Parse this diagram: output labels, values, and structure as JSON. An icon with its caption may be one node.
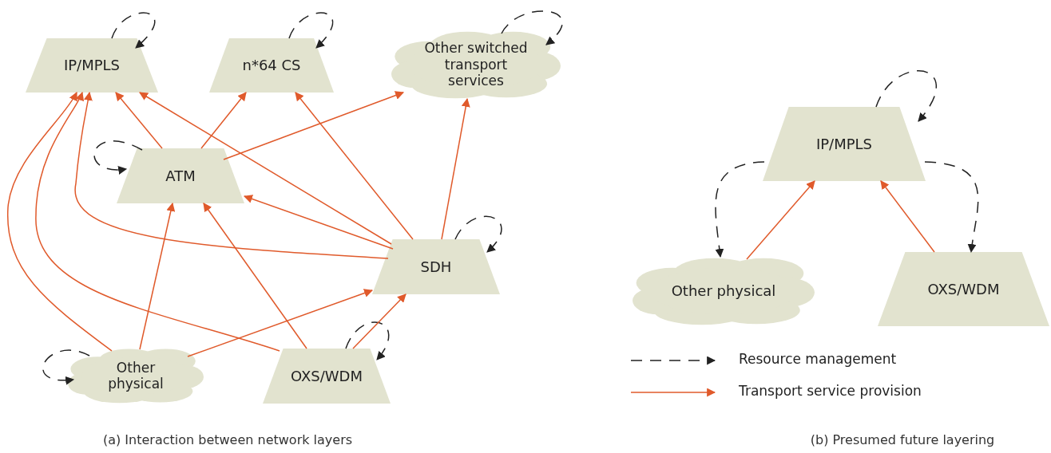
{
  "diagram": {
    "nodes": [
      {
        "text": [
          "IP/MPLS"
        ]
      },
      {
        "text": [
          "n*64 CS"
        ]
      },
      {
        "text": [
          "Other switched transport services"
        ]
      },
      {
        "text": [
          "ATM"
        ]
      },
      {
        "text": [
          "SDH"
        ]
      },
      {
        "text": [
          "Other physical"
        ]
      },
      {
        "text": [
          "OXS/WDM"
        ]
      },
      {
        "text": [
          "IP/MPLS"
        ]
      },
      {
        "text": [
          "Other physical"
        ]
      },
      {
        "text": [
          "OXS/WDM"
        ]
      }
    ],
    "edges": [
      {
        "from": 0,
        "to": 0,
        "arrow": "to",
        "style": "dashed",
        "color": "#222222"
      },
      {
        "from": 1,
        "to": 1,
        "arrow": "to",
        "style": "dashed",
        "color": "#222222"
      },
      {
        "from": 2,
        "to": 2,
        "arrow": "to",
        "style": "dashed",
        "color": "#222222"
      },
      {
        "from": 3,
        "to": 3,
        "arrow": "to",
        "style": "dashed",
        "color": "#222222"
      },
      {
        "from": 4,
        "to": 4,
        "arrow": "to",
        "style": "dashed",
        "color": "#222222"
      },
      {
        "from": 5,
        "to": 5,
        "arrow": "to",
        "style": "dashed",
        "color": "#222222"
      },
      {
        "from": 6,
        "to": 6,
        "arrow": "to",
        "style": "dashed",
        "color": "#222222"
      },
      {
        "from": 3,
        "to": 0,
        "arrow": "to"
      },
      {
        "from": 3,
        "to": 1,
        "arrow": "to"
      },
      {
        "from": 3,
        "to": 2,
        "arrow": "to"
      },
      {
        "from": 4,
        "to": 0,
        "arrow": "to"
      },
      {
        "from": 4,
        "to": 1,
        "arrow": "to"
      },
      {
        "from": 4,
        "to": 2,
        "arrow": "to"
      },
      {
        "from": 4,
        "to": 3,
        "arrow": "to"
      },
      {
        "from": 4,
        "to": 0,
        "arrow": "to"
      },
      {
        "from": 6,
        "to": 0,
        "arrow": "to"
      },
      {
        "from": 5,
        "to": 0,
        "arrow": "to"
      },
      {
        "from": 5,
        "to": 3,
        "arrow": "to"
      },
      {
        "from": 5,
        "to": 4,
        "arrow": "to"
      },
      {
        "from": 6,
        "to": 3,
        "arrow": "to"
      },
      {
        "from": 6,
        "to": 4,
        "arrow": "to"
      },
      {
        "from": 7,
        "to": 7,
        "arrow": "to",
        "style": "dashed",
        "color": "#222222"
      },
      {
        "from": 7,
        "to": 8,
        "arrow": "to",
        "style": "dashed",
        "color": "#222222"
      },
      {
        "from": 7,
        "to": 9,
        "arrow": "to",
        "style": "dashed",
        "color": "#222222"
      },
      {
        "from": 8,
        "to": 7,
        "arrow": "to"
      },
      {
        "from": 9,
        "to": 7,
        "arrow": "to"
      }
    ],
    "labels": [
      "(a) Interaction between network layers",
      "(b) Presumed future layering"
    ],
    "legend": [
      {
        "text": "Resource management"
      },
      {
        "text": "Transport service provision"
      }
    ]
  }
}
